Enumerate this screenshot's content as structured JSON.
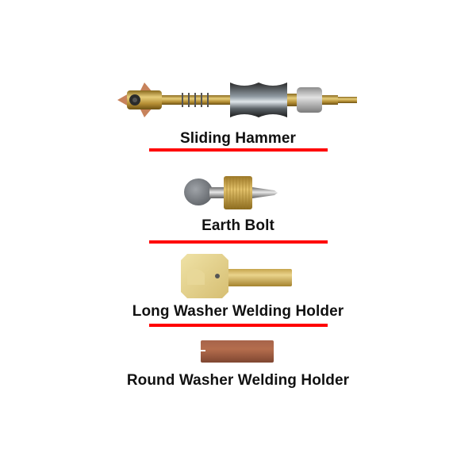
{
  "colors": {
    "background": "#ffffff",
    "divider": "#ff0000",
    "label_text": "#111111",
    "brass": "#c9a447",
    "copper": "#a0522d",
    "steel": "#a8a8a8"
  },
  "items": [
    {
      "label": "Sliding Hammer",
      "icon": "sliding-hammer-image"
    },
    {
      "label": "Earth Bolt",
      "icon": "earth-bolt-image"
    },
    {
      "label": "Long Washer Welding Holder",
      "icon": "long-washer-holder-image"
    },
    {
      "label": "Round Washer Welding Holder",
      "icon": "round-washer-holder-image"
    }
  ]
}
